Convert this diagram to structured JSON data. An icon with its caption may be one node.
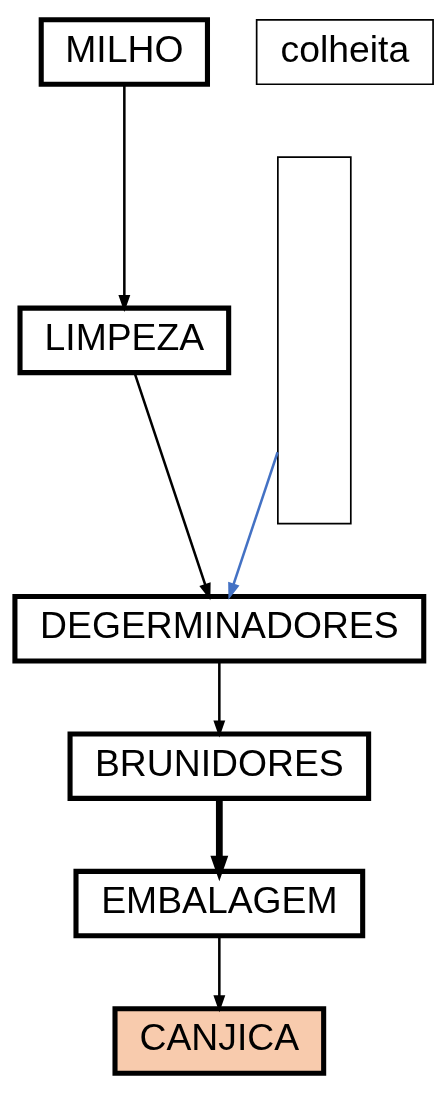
{
  "diagram": {
    "nodes": [
      {
        "text": [
          "MILHO"
        ]
      },
      {
        "text": [
          "colheita"
        ]
      },
      {
        "text": [
          "LIMPEZA"
        ]
      },
      {
        "text": [
          "DEGERMINADORES"
        ]
      },
      {
        "text": [],
        "shape": "box"
      },
      {
        "text": [
          "BRUNIDORES"
        ]
      },
      {
        "text": [
          "EMBALAGEM"
        ]
      },
      {
        "text": [
          "CANJICA"
        ]
      }
    ],
    "edges": [
      {
        "from": 0,
        "to": 2,
        "arrow": "to"
      },
      {
        "from": 2,
        "to": 3,
        "arrow": "to"
      },
      {
        "from": 4,
        "to": 3,
        "arrow": "to",
        "color": "#4472c4"
      },
      {
        "from": 3,
        "to": 5,
        "arrow": "to"
      },
      {
        "from": 5,
        "to": 6,
        "arrow": "to",
        "style": "thick"
      },
      {
        "from": 6,
        "to": 7,
        "arrow": "to"
      }
    ]
  }
}
